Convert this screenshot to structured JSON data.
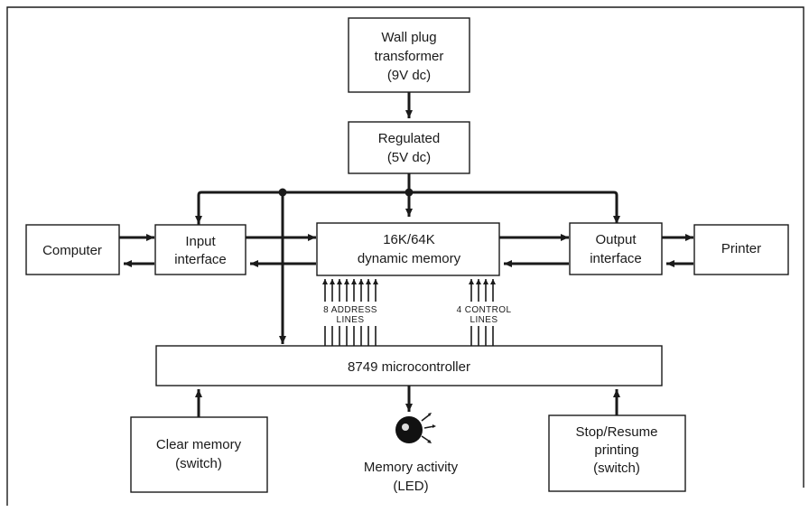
{
  "blocks": {
    "transformer": [
      "Wall plug",
      "transformer",
      "(9V dc)"
    ],
    "regulated": [
      "Regulated",
      "(5V dc)"
    ],
    "computer": [
      "Computer"
    ],
    "input_interface": [
      "Input",
      "interface"
    ],
    "memory": [
      "16K/64K",
      "dynamic memory"
    ],
    "output_interface": [
      "Output",
      "interface"
    ],
    "printer": [
      "Printer"
    ],
    "microcontroller": [
      "8749 microcontroller"
    ],
    "clear_memory": [
      "Clear memory",
      "(switch)"
    ],
    "stop_resume": [
      "Stop/Resume",
      "printing",
      "(switch)"
    ]
  },
  "bus_labels": {
    "address": [
      "8 ADDRESS",
      "LINES"
    ],
    "control": [
      "4 CONTROL",
      "LINES"
    ]
  },
  "led_label": [
    "Memory activity",
    "(LED)"
  ],
  "colors": {
    "ink": "#1a1a1a",
    "paper": "#ffffff"
  }
}
